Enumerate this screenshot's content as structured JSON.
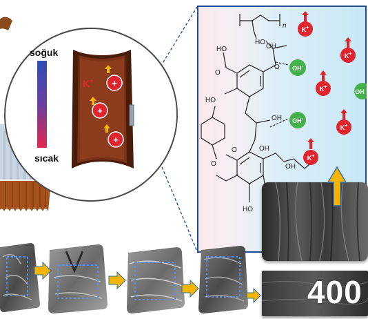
{
  "labels": {
    "cold": "soğuk",
    "hot": "sıcak",
    "magnification": "400"
  },
  "ions": {
    "potassium": "K+",
    "potassium_base": "K",
    "potassium_charge": "+",
    "hydroxide": "OH-",
    "hydroxide_base": "OH",
    "hydroxide_charge": "-",
    "positive_sign": "+"
  },
  "molecule_labels": {
    "repeat_subscript": "n",
    "hydroxyl": "HO",
    "hydroxyl_oh": "OH",
    "oxygen": "O"
  },
  "colors": {
    "cation_red": "#e1252f",
    "anion_green": "#43b049",
    "arrow_yellow": "#f4b400",
    "panel_border": "#1f4d8c",
    "tube_brown": "#6b2d14",
    "tube_dark": "#4a1c0a"
  },
  "icons": {
    "up_arrow": "arrow-up-icon",
    "flow_arrow": "arrow-right-icon"
  }
}
